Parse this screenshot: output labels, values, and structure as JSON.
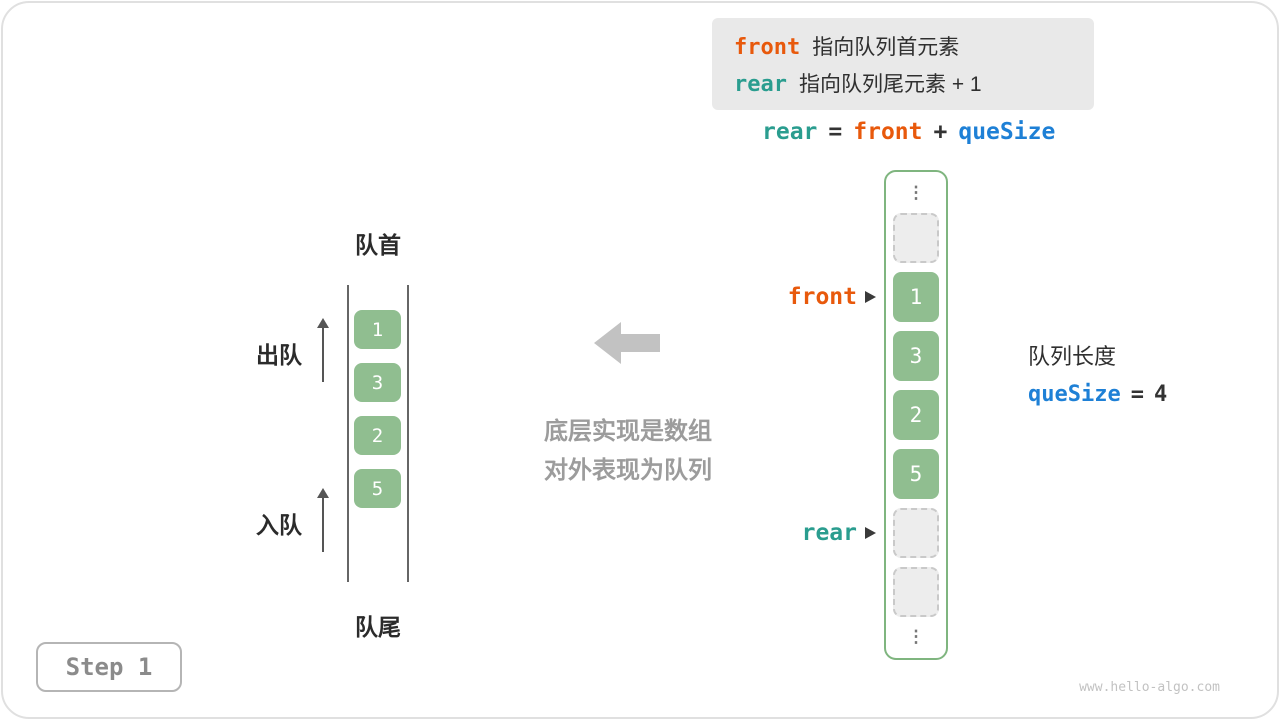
{
  "colors": {
    "front_accent": "#E8590C",
    "rear_accent": "#2A9D8F",
    "quesize_accent": "#1E80D6",
    "cell_green": "#90BE90"
  },
  "legend": {
    "front_keyword": "front",
    "front_text": "指向队列首元素",
    "rear_keyword": "rear",
    "rear_text": "指向队列尾元素 + 1"
  },
  "formula": {
    "lhs": "rear",
    "equals": "=",
    "term1": "front",
    "plus": "+",
    "term2": "queSize"
  },
  "left_queue": {
    "front_label": "队首",
    "rear_label": "队尾",
    "dequeue_label": "出队",
    "enqueue_label": "入队",
    "values": [
      "1",
      "3",
      "2",
      "5"
    ]
  },
  "caption": {
    "line1": "底层实现是数组",
    "line2": "对外表现为队列"
  },
  "array": {
    "ellipsis": "⋮",
    "values": [
      "1",
      "3",
      "2",
      "5"
    ],
    "front_pointer": "front",
    "rear_pointer": "rear"
  },
  "length_info": {
    "label": "队列长度",
    "keyword": "queSize",
    "equals": "=",
    "value": "4"
  },
  "step": {
    "label": "Step 1"
  },
  "watermark": "www.hello-algo.com"
}
